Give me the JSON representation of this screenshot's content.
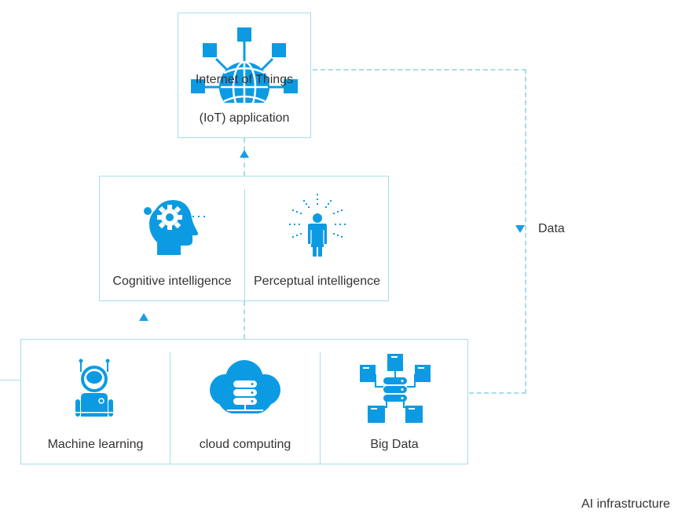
{
  "colors": {
    "icon_blue": "#0c9be3",
    "border": "#a8dcef",
    "arrow": "#1a9ee2",
    "text": "#333333"
  },
  "iot_box": {
    "line1": "Internet of Things",
    "line2": "(IoT) application",
    "icon": "globe-network-icon"
  },
  "intelligence_box": {
    "cells": [
      {
        "label": "Cognitive intelligence",
        "icon": "head-gear-icon"
      },
      {
        "label": "Perceptual intelligence",
        "icon": "person-sensing-icon"
      }
    ]
  },
  "infrastructure_box": {
    "cells": [
      {
        "label": "Machine learning",
        "icon": "robot-icon"
      },
      {
        "label": "cloud computing",
        "icon": "cloud-server-icon"
      },
      {
        "label": "Big Data",
        "icon": "database-network-icon"
      }
    ],
    "caption": "AI infrastructure"
  },
  "connectors": {
    "data_label": "Data"
  }
}
